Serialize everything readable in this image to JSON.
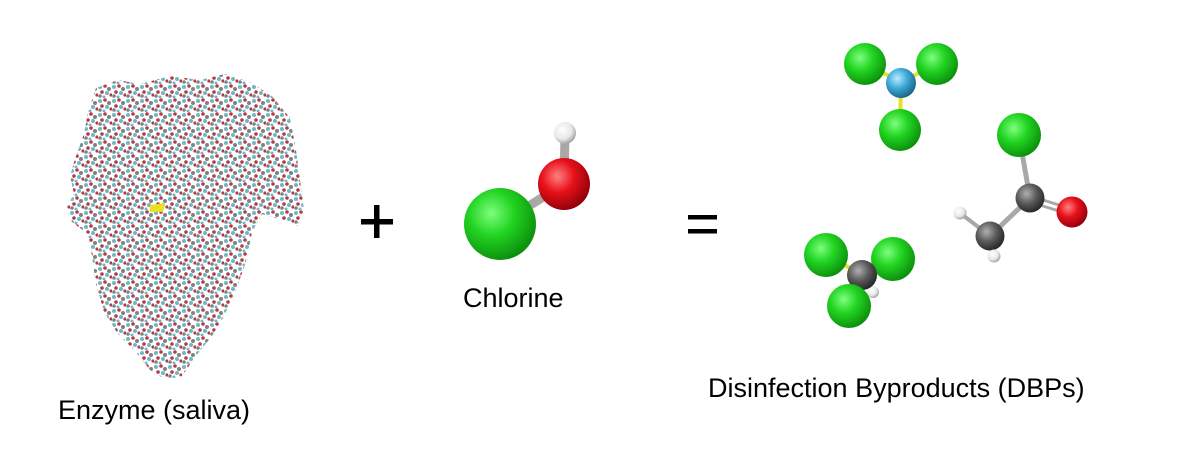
{
  "equation": {
    "reactant_1": {
      "label": "Enzyme (saliva)",
      "icon": "protein-structure-icon"
    },
    "operator_plus": "+",
    "reactant_2": {
      "label": "Chlorine",
      "icon": "hypochlorous-acid-molecule-icon"
    },
    "operator_equals": "=",
    "product": {
      "label": "Disinfection Byproducts (DBPs)",
      "icons": [
        "trichloramine-molecule-icon",
        "acetyl-chloride-molecule-icon",
        "chloroform-molecule-icon"
      ]
    }
  },
  "colors": {
    "chlorine": "#1fd01f",
    "oxygen": "#e8101a",
    "hydrogen": "#f2f2f2",
    "carbon": "#5a5a5a",
    "nitrogen": "#3aa6d6",
    "bond_gray": "#a8a8a8",
    "bond_yellow": "#e8e020",
    "protein_teal": "#6ab2c2",
    "protein_red": "#b0303a",
    "protein_gray": "#7a7a7a"
  }
}
